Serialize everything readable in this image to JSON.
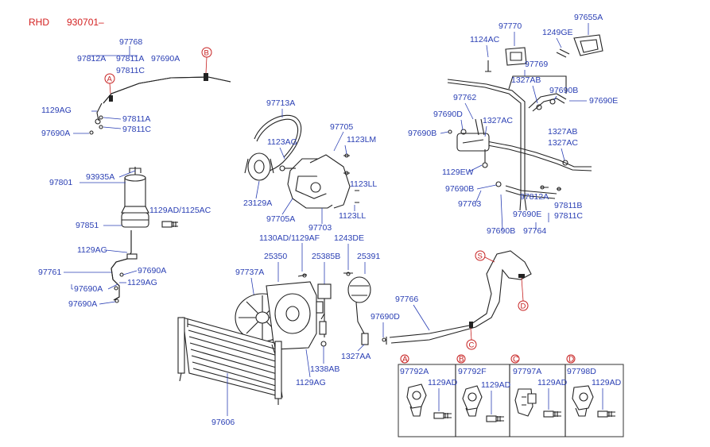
{
  "header": {
    "variant": "RHD",
    "serial": "930701–"
  },
  "parts": {
    "p97768": "97768",
    "p97812A": "97812A",
    "p97811A": "97811A",
    "p97690A_top": "97690A",
    "p97811C_top": "97811C",
    "p1129AG_top": "1129AG",
    "p97811A_b": "97811A",
    "p97811C_b": "97811C",
    "p97690A_l": "97690A",
    "p97801": "97801",
    "p93935A": "93935A",
    "p1129AD_1125AC": "1129AD/1125AC",
    "p97851": "97851",
    "p1129AG_mid": "1129AG",
    "p97761": "97761",
    "p97690A_m1": "97690A",
    "p97690A_m2": "97690A",
    "p1129AG_m3": "1129AG",
    "p97690A_m4": "97690A",
    "p97713A": "97713A",
    "p1123AG": "1123AG",
    "p97705": "97705",
    "p1123LM": "1123LM",
    "p23129A": "23129A",
    "p97705A": "97705A",
    "p97703": "97703",
    "p1123LL_a": "1123LL",
    "p1123LL_b": "1123LL",
    "p1130AD_1129AF": "1130AD/1129AF",
    "p1243DE": "1243DE",
    "p25350": "25350",
    "p25385B": "25385B",
    "p25391": "25391",
    "p97737A": "97737A",
    "p97766": "97766",
    "p97690D_low": "97690D",
    "p1327AA": "1327AA",
    "p1338AB": "1338AB",
    "p1129AG_low": "1129AG",
    "p97606": "97606",
    "p97770": "97770",
    "p97655A": "97655A",
    "p1124AC": "1124AC",
    "p1249GE": "1249GE",
    "p97769": "97769",
    "p1327AB_a": "1327AB",
    "p97690B_a": "97690B",
    "p97690E_a": "97690E",
    "p97762": "97762",
    "p97690D_r": "97690D",
    "p1327AC_a": "1327AC",
    "p97690B_l": "97690B",
    "p1327AB_b": "1327AB",
    "p1327AC_b": "1327AC",
    "p1129EW": "1129EW",
    "p97690B_c": "97690B",
    "p97763": "97763",
    "p97812A_r": "97812A",
    "p97811B": "97811B",
    "p97690E_r": "97690E",
    "p97811C_r": "97811C",
    "p97690B_d": "97690B",
    "p97764": "97764"
  },
  "callouts": {
    "A": "A",
    "B": "B",
    "C": "C",
    "D": "D",
    "S": "S"
  },
  "details": [
    {
      "letter": "A",
      "part": "97792A",
      "bolt": "1129AD"
    },
    {
      "letter": "B",
      "part": "97792F",
      "bolt": "1129AD"
    },
    {
      "letter": "C",
      "part": "97797A",
      "bolt": "1129AD"
    },
    {
      "letter": "D",
      "part": "97798D",
      "bolt": "1129AD"
    }
  ],
  "colors": {
    "label": "#2a3fb4",
    "header": "#d31f1f",
    "callout": "#c62020",
    "line": "#222222"
  }
}
